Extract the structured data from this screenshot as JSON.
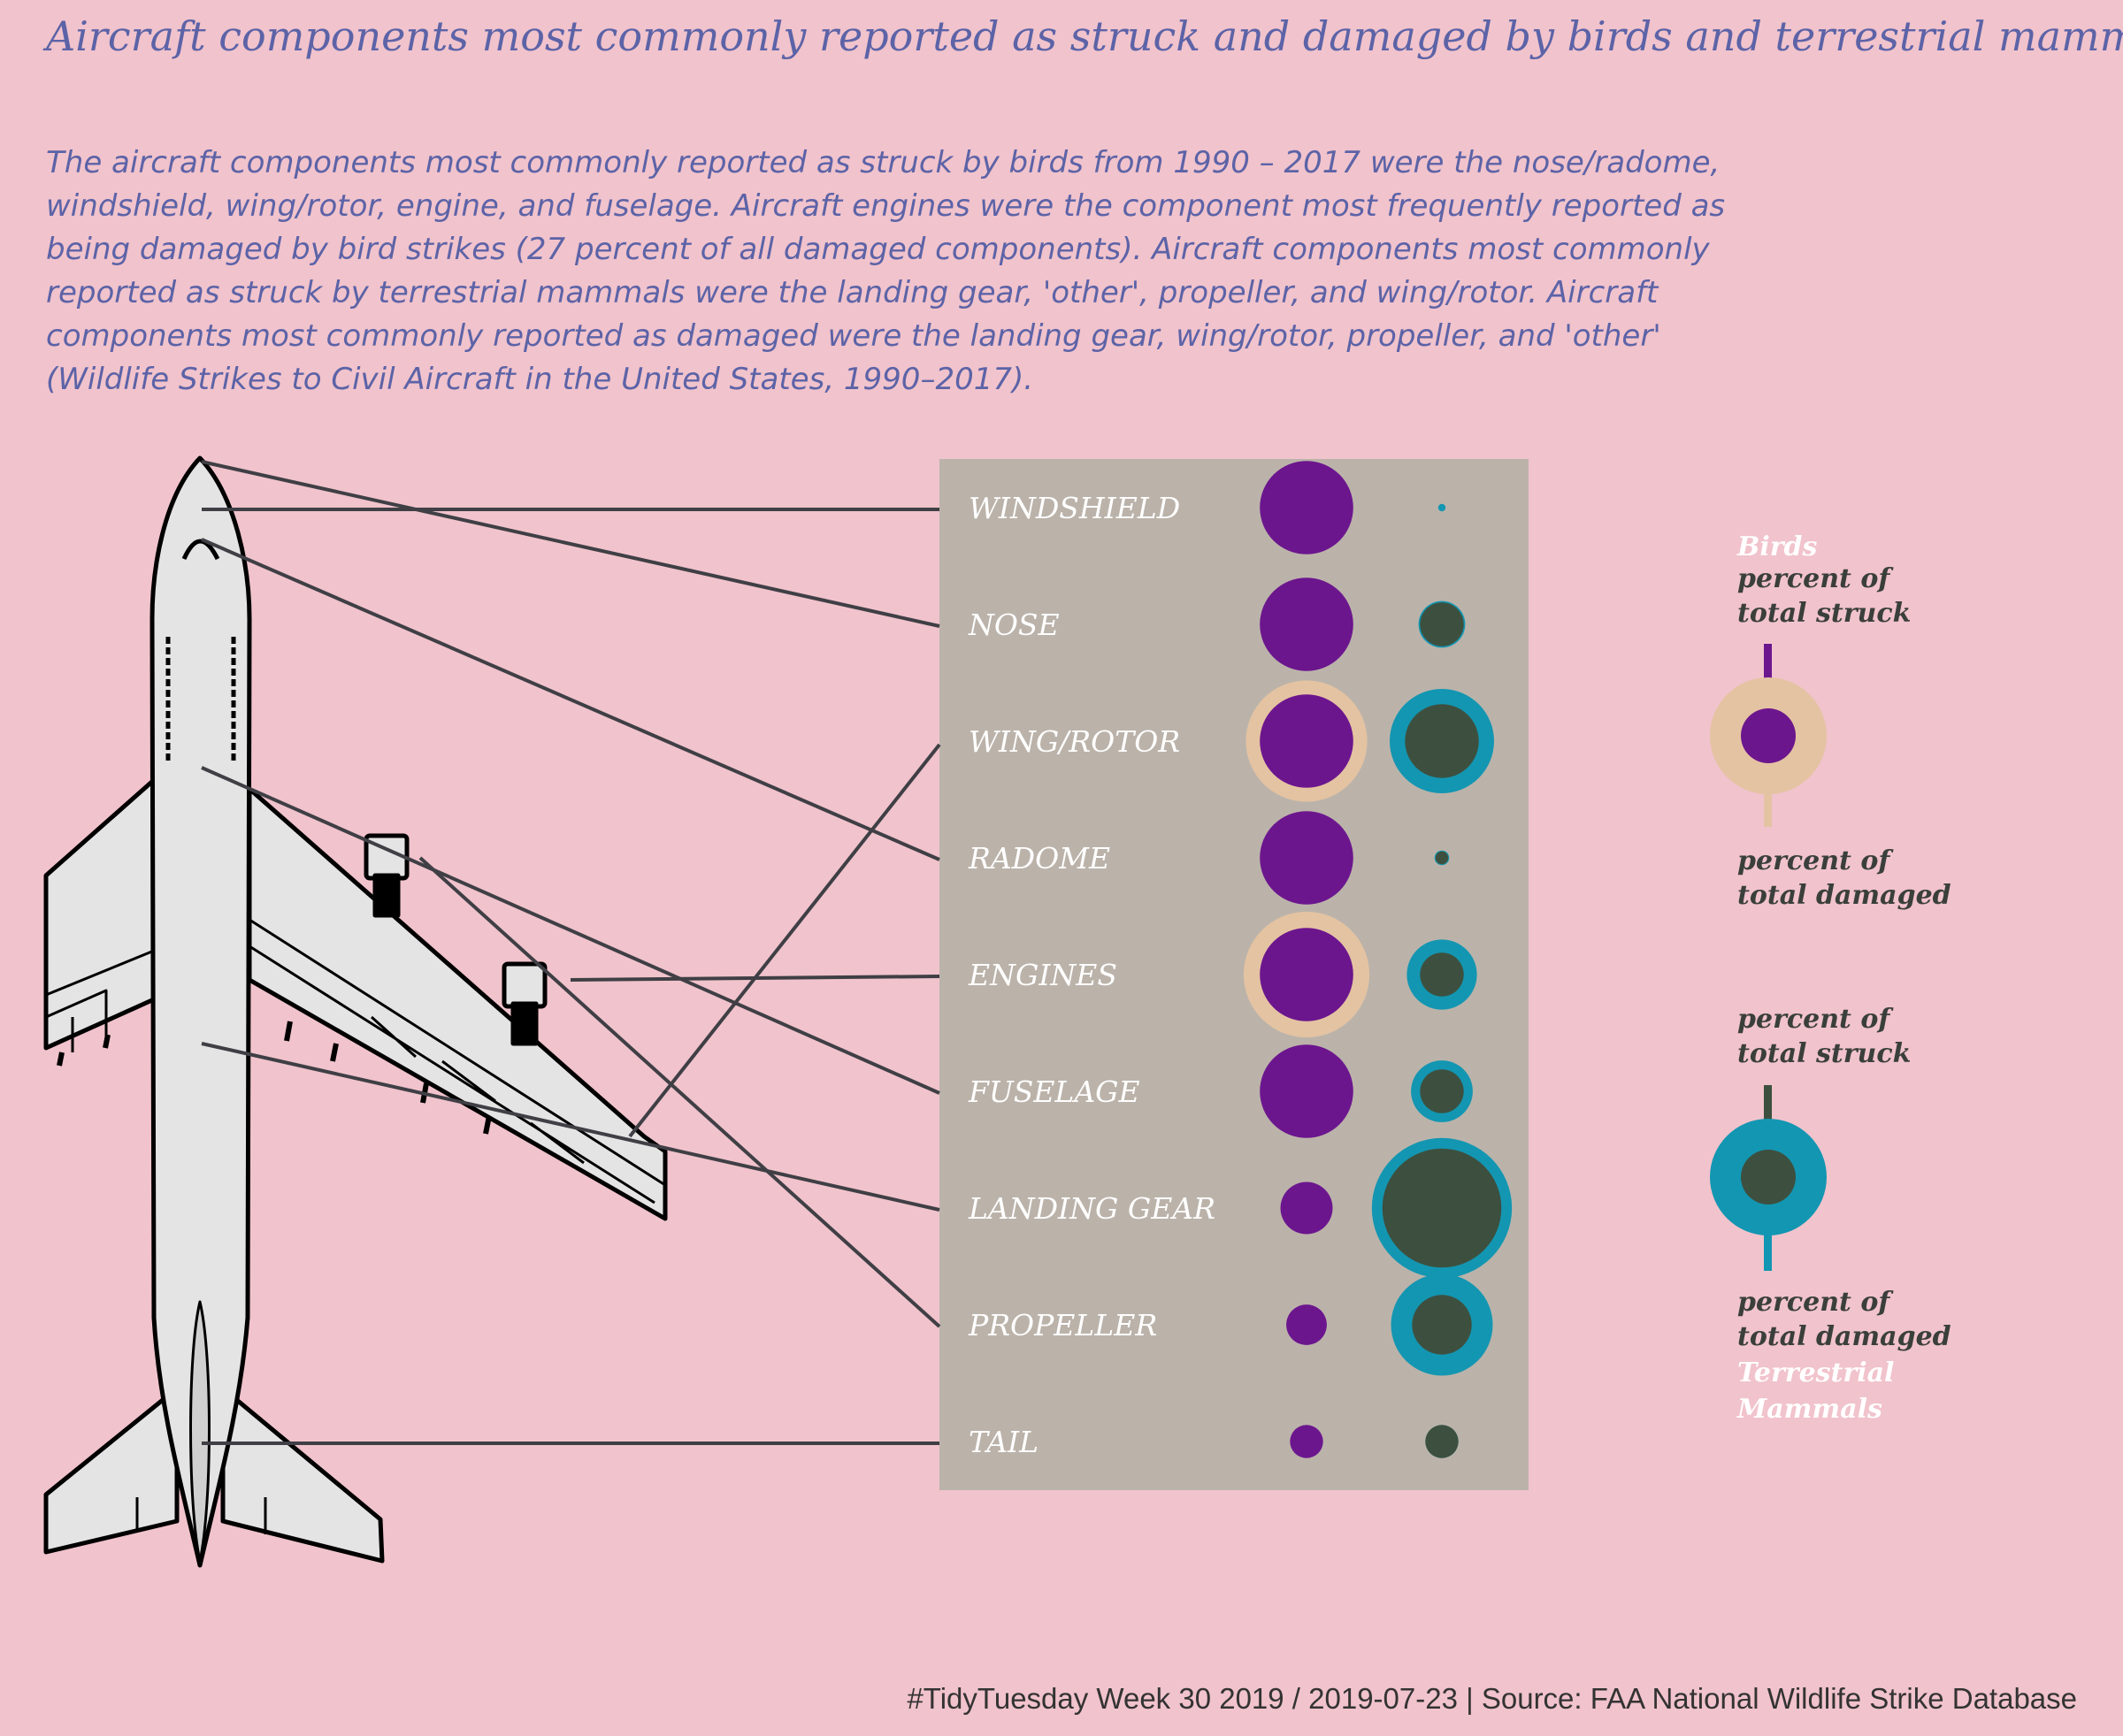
{
  "title": "Aircraft components most commonly reported as struck and damaged by birds and terrestrial mammals",
  "subtitle": "The aircraft components most commonly reported as struck by birds from 1990 – 2017 were the nose/radome, windshield, wing/rotor, engine, and fuselage. Aircraft engines were the component most frequently reported as being damaged by bird strikes (27 percent of all damaged components). Aircraft components most commonly reported as struck by terrestrial mammals were the landing gear, 'other', propeller, and wing/rotor. Aircraft components most commonly reported as damaged were the landing gear, wing/rotor, propeller, and 'other' (Wildlife Strikes to Civil Aircraft in the United States, 1990–2017).",
  "caption": "#TidyTuesday Week 30 2019 / 2019-07-23 | Source: FAA National Wildlife Strike Database",
  "legend": {
    "birds_label": "Birds",
    "mammals_label_1": "Terrestrial",
    "mammals_label_2": "Mammals",
    "struck_1": "percent of",
    "struck_2": "total struck",
    "damaged_1": "percent of",
    "damaged_2": "total damaged"
  },
  "colors": {
    "background": "#f1c3cc",
    "panel": "#bbb3aa",
    "birds_damaged": "#e4c3a2",
    "birds_struck": "#6c168e",
    "mammals_damaged": "#1396b2",
    "mammals_struck": "#3d503f",
    "leader_line": "#3f3f45",
    "text": "#5c63a7"
  },
  "chart_data": {
    "type": "bubble",
    "categories": [
      "WINDSHIELD",
      "NOSE",
      "WING/ROTOR",
      "RADOME",
      "ENGINES",
      "FUSELAGE",
      "LANDING GEAR",
      "PROPELLER",
      "TAIL"
    ],
    "series": [
      {
        "name": "Birds",
        "metric": "percent of total struck",
        "values": [
          16,
          16,
          16,
          16,
          16,
          16,
          5,
          3,
          2
        ]
      },
      {
        "name": "Birds",
        "metric": "percent of total damaged",
        "values": [
          8,
          8,
          27,
          9,
          29,
          4,
          1.5,
          1,
          1
        ]
      },
      {
        "name": "Terrestrial Mammals",
        "metric": "percent of total struck",
        "values": [
          0,
          3.5,
          10,
          0.3,
          3.5,
          3.5,
          26,
          6.5,
          2
        ]
      },
      {
        "name": "Terrestrial Mammals",
        "metric": "percent of total damaged",
        "values": [
          0.1,
          4,
          20,
          0.4,
          9,
          7,
          36,
          19,
          2
        ]
      }
    ]
  }
}
